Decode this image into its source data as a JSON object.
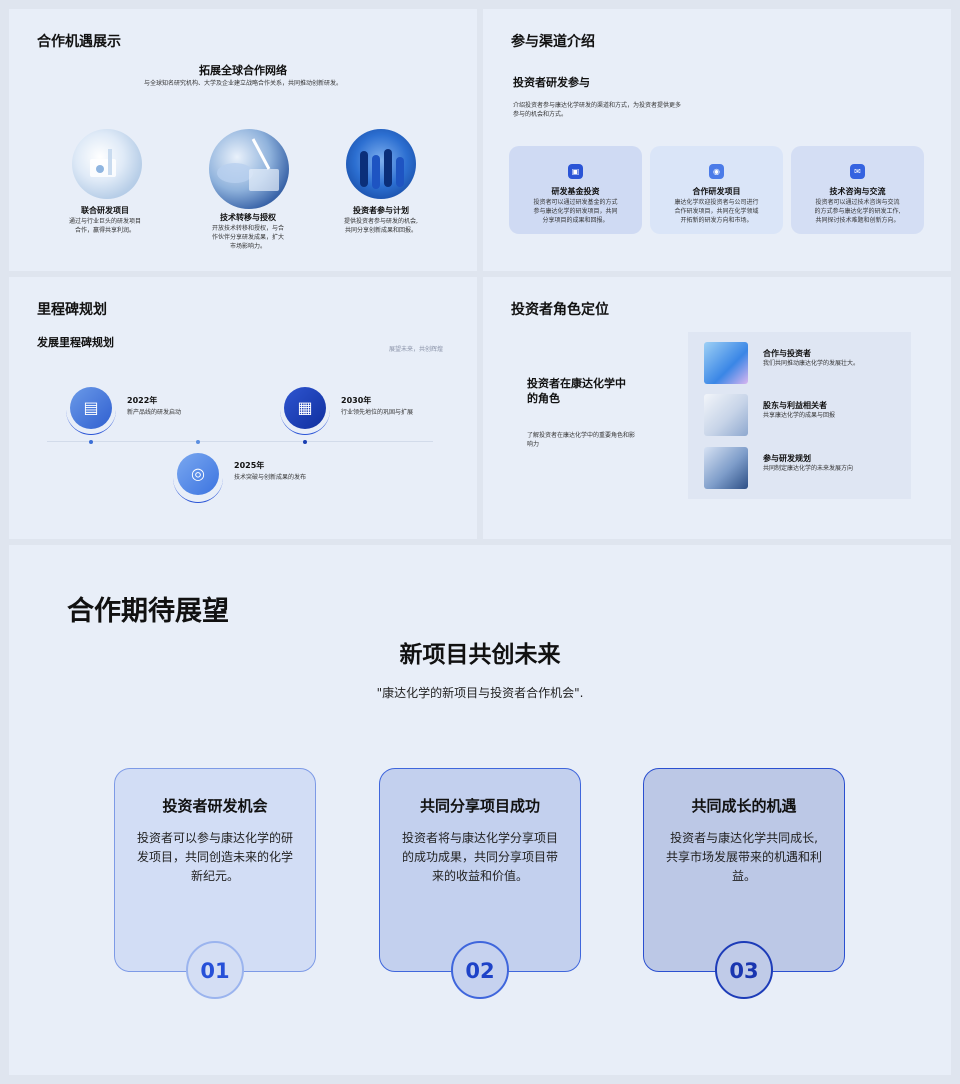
{
  "panel1": {
    "title": "合作机遇展示",
    "heading": "拓展全球合作网络",
    "sub": "与全球知名研究机构、大学及企业建立战略合作关系，共同推动创新研发。",
    "items": [
      {
        "title": "联合研发项目",
        "desc1": "通过与行业巨头的研发项目",
        "desc2": "合作，赢得共享利润。"
      },
      {
        "title": "技术转移与授权",
        "desc1": "开放技术转移和授权，与合",
        "desc2": "作伙伴分享研发成果，扩大",
        "desc3": "市场影响力。"
      },
      {
        "title": "投资者参与计划",
        "desc1": "提供投资者参与研发的机会,",
        "desc2": "共同分享创新成果和回报。"
      }
    ]
  },
  "panel2": {
    "title": "参与渠道介绍",
    "heading": "投资者研发参与",
    "intro1": "介绍投资者参与康达化学研发的渠道和方式，为投资者提供更多",
    "intro2": "参与的机会和方式。",
    "cards": [
      {
        "title": "研发基金投资",
        "l1": "投资者可以通过研发基金的方式",
        "l2": "参与康达化学的研发项目，共同",
        "l3": "分享项目的成果和回报。"
      },
      {
        "title": "合作研发项目",
        "l1": "康达化学欢迎投资者与公司进行",
        "l2": "合作研发项目，共同在化学领域",
        "l3": "开拓新的研发方向和市场。"
      },
      {
        "title": "技术咨询与交流",
        "l1": "投资者可以通过技术咨询与交流",
        "l2": "的方式参与康达化学的研发工作,",
        "l3": "共同探讨技术难题和创新方向。"
      }
    ]
  },
  "panel3": {
    "title": "里程碑规划",
    "heading": "发展里程碑规划",
    "note": "展望未来，共创辉煌",
    "milestones": [
      {
        "year": "2022年",
        "desc": "新产品线的研发启动"
      },
      {
        "year": "2030年",
        "desc": "行业领先地位的巩固与扩展"
      },
      {
        "year": "2025年",
        "desc": "技术突破与创新成果的发布"
      }
    ]
  },
  "panel4": {
    "title": "投资者角色定位",
    "heading1": "投资者在康达化学中",
    "heading2": "的角色",
    "desc1": "了解投资者在康达化学中的重要角色和影",
    "desc2": "响力",
    "roles": [
      {
        "title": "合作与投资者",
        "desc": "我们共同推动康达化学的发展壮大。"
      },
      {
        "title": "股东与利益相关者",
        "desc": "共享康达化学的成果与回报"
      },
      {
        "title": "参与研发规划",
        "desc": "共同制定康达化学的未来发展方向"
      }
    ]
  },
  "panel5": {
    "title": "合作期待展望",
    "heading": "新项目共创未来",
    "sub": "\"康达化学的新项目与投资者合作机会\".",
    "cards": [
      {
        "title": "投资者研发机会",
        "l1": "投资者可以参与康达化学的研",
        "l2": "发项目，共同创造未来的化学",
        "l3": "新纪元。",
        "num": "01"
      },
      {
        "title": "共同分享项目成功",
        "l1": "投资者将与康达化学分享项目",
        "l2": "的成功成果，共同分享项目带",
        "l3": "来的收益和价值。",
        "num": "02"
      },
      {
        "title": "共同成长的机遇",
        "l1": "投资者与康达化学共同成长,",
        "l2": "共享市场发展带来的机遇和利",
        "l3": "益。",
        "num": "03"
      }
    ]
  },
  "colors": {
    "accent": "#2a54d6",
    "panel_bg": "#e8eef8",
    "page_bg": "#dfe5ef"
  }
}
